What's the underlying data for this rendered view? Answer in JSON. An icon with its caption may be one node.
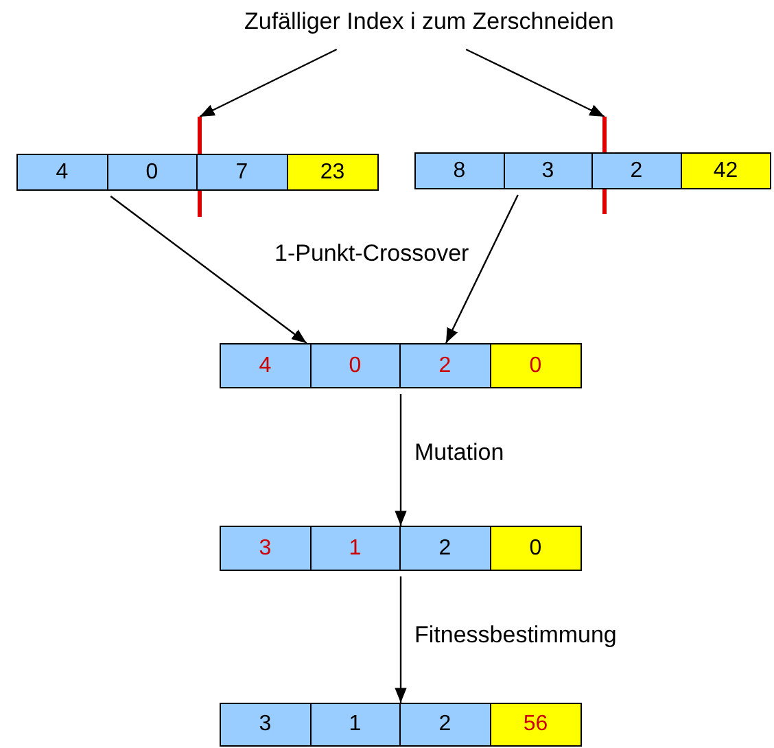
{
  "diagram": {
    "nodes": [
      {
        "text": [
          "Zufälliger Index i zum Zerschneiden"
        ]
      },
      {
        "text": [],
        "shape": "bar"
      },
      {
        "text": [],
        "shape": "bar"
      },
      {
        "text": [],
        "shape": "box"
      },
      {
        "text": [
          "4"
        ],
        "in": 3
      },
      {
        "text": [
          "0"
        ],
        "in": 3
      },
      {
        "text": [
          "7"
        ],
        "in": 3
      },
      {
        "text": [
          "23"
        ],
        "in": 3
      },
      {
        "text": [],
        "shape": "box"
      },
      {
        "text": [
          "8"
        ],
        "in": 8
      },
      {
        "text": [
          "3"
        ],
        "in": 8
      },
      {
        "text": [
          "2"
        ],
        "in": 8
      },
      {
        "text": [
          "42"
        ],
        "in": 8
      },
      {
        "text": [],
        "shape": "box"
      },
      {
        "text": [
          "4"
        ],
        "in": 13
      },
      {
        "text": [
          "0"
        ],
        "in": 13
      },
      {
        "text": [
          "2"
        ],
        "in": 13
      },
      {
        "text": [
          "0"
        ],
        "in": 13
      },
      {
        "text": [],
        "shape": "box"
      },
      {
        "text": [
          "3"
        ],
        "in": 18
      },
      {
        "text": [
          "1"
        ],
        "in": 18
      },
      {
        "text": [
          "2"
        ],
        "in": 18
      },
      {
        "text": [
          "0"
        ],
        "in": 18
      },
      {
        "text": [],
        "shape": "box"
      },
      {
        "text": [
          "3"
        ],
        "in": 23
      },
      {
        "text": [
          "1"
        ],
        "in": 23
      },
      {
        "text": [
          "2"
        ],
        "in": 23
      },
      {
        "text": [
          "56"
        ],
        "in": 23
      }
    ],
    "edges": [
      {
        "from": 0,
        "to": 1,
        "arrow": "to"
      },
      {
        "from": 0,
        "to": 2,
        "arrow": "to"
      },
      {
        "from": 3,
        "to": 13,
        "arrow": "to"
      },
      {
        "from": 8,
        "to": 13,
        "arrow": "to"
      },
      {
        "from": 13,
        "to": 18,
        "label": "Mutation",
        "arrow": "to"
      },
      {
        "from": 18,
        "to": 23,
        "label": "Fitnessbestimmung",
        "arrow": "to"
      }
    ],
    "labels": [
      "1-Punkt-Crossover"
    ]
  }
}
